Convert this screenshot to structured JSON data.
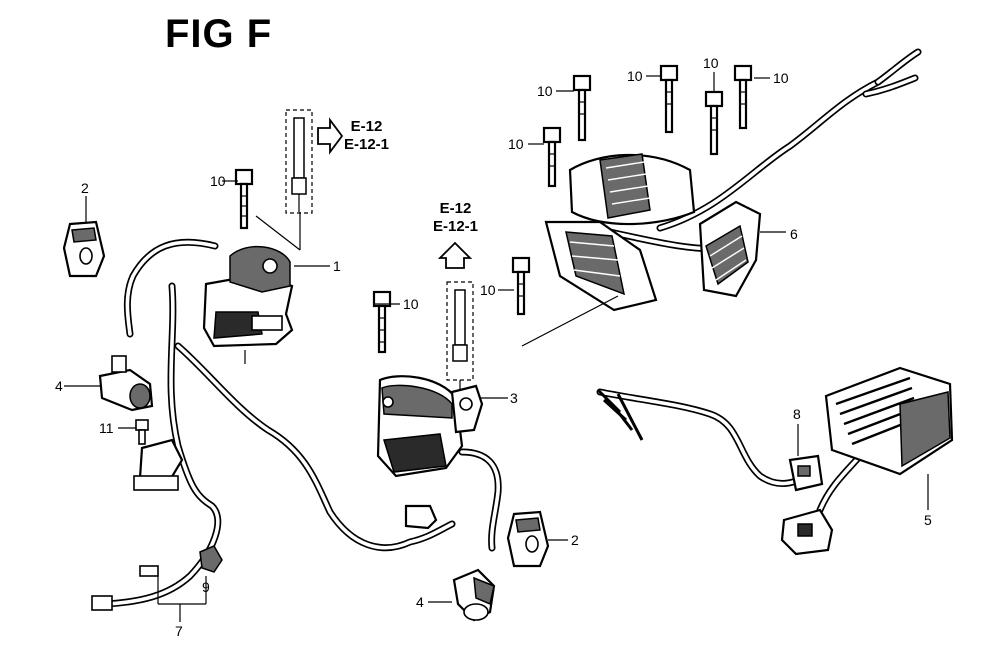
{
  "figure": {
    "title": "FIG F"
  },
  "refs": {
    "upper": {
      "code1": "E-12",
      "code2": "E-12-1"
    },
    "center": {
      "code1": "E-12",
      "code2": "E-12-1"
    }
  },
  "callouts": {
    "c1": "1",
    "c2a": "2",
    "c2b": "2",
    "c3": "3",
    "c4a": "4",
    "c4b": "4",
    "c5": "5",
    "c6": "6",
    "c7": "7",
    "c8": "8",
    "c9": "9",
    "c10a": "10",
    "c10b": "10",
    "c10c": "10",
    "c10d": "10",
    "c10e": "10",
    "c10f": "10",
    "c10g": "10",
    "c10h": "10",
    "c11": "11"
  },
  "icons": {
    "arrow_right": "hollow-arrow-right-icon",
    "arrow_up": "hollow-arrow-up-icon"
  }
}
